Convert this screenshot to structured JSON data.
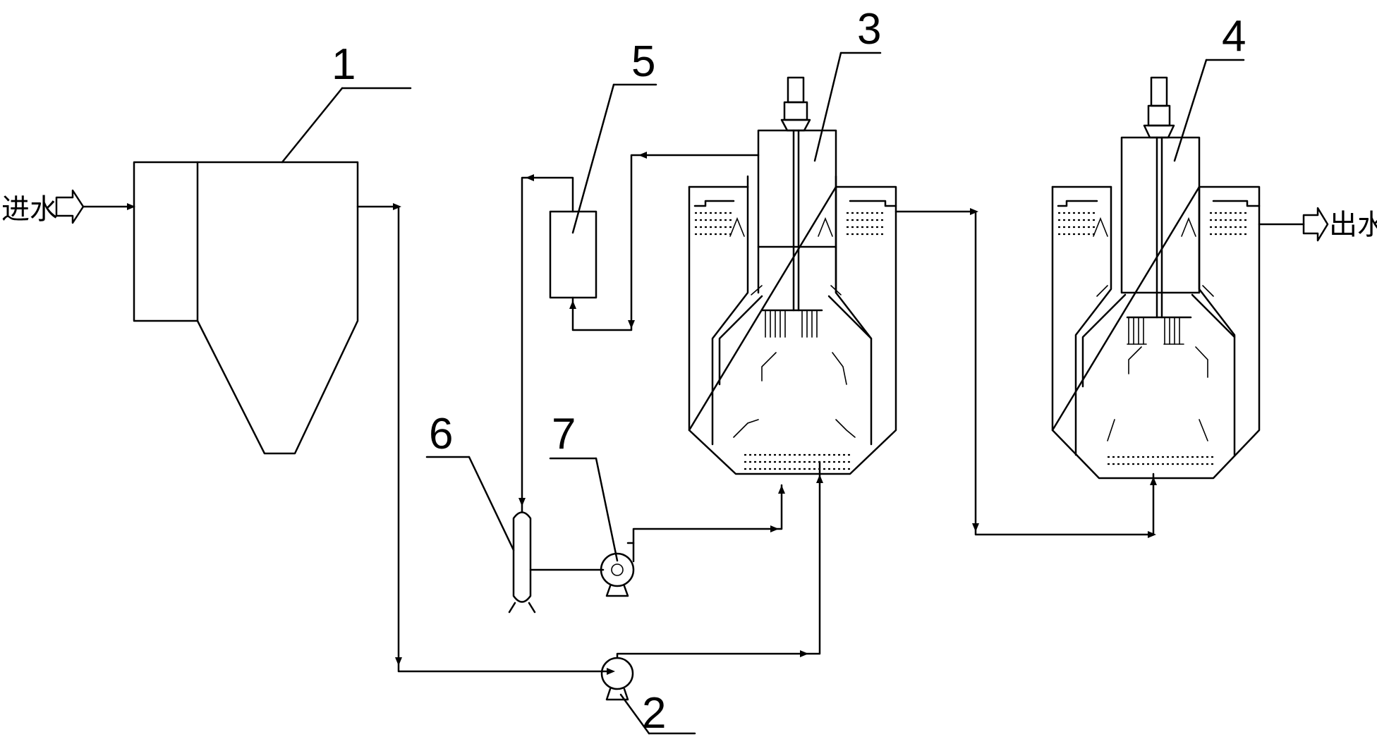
{
  "labels": {
    "inlet": "进水",
    "outlet": "出水",
    "n1": "1",
    "n2": "2",
    "n3": "3",
    "n4": "4",
    "n5": "5",
    "n6": "6",
    "n7": "7"
  }
}
